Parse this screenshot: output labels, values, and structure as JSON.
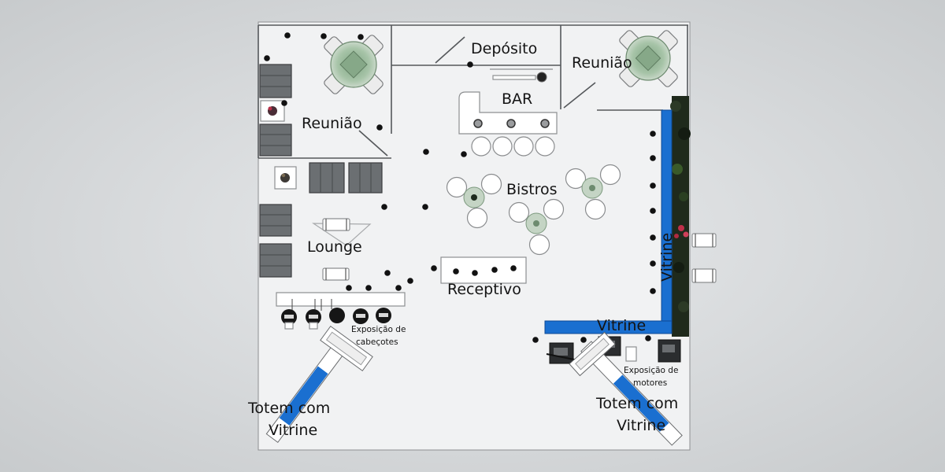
{
  "labels": {
    "deposito": "Depósito",
    "reuniao_right": "Reunião",
    "bar": "BAR",
    "reuniao_left": "Reunião",
    "bistros": "Bistros",
    "lounge": "Lounge",
    "receptivo": "Receptivo",
    "vitrine_vertical": "Vitrine",
    "vitrine_horizontal": "Vitrine",
    "exposicao_cabecotes": [
      "Exposição de",
      "cabeçotes"
    ],
    "exposicao_motores": [
      "Exposição de",
      "motores"
    ],
    "totem_left": [
      "Totem com",
      "Vitrine"
    ],
    "totem_right": [
      "Totem com",
      "Vitrine"
    ]
  },
  "colors": {
    "vitrine_blue": "#1a6fd0",
    "floor": "#f1f2f3",
    "glass_table": "#9fbfa0",
    "sofa": "#6b6f72",
    "hedge": "#1f2a1c"
  }
}
